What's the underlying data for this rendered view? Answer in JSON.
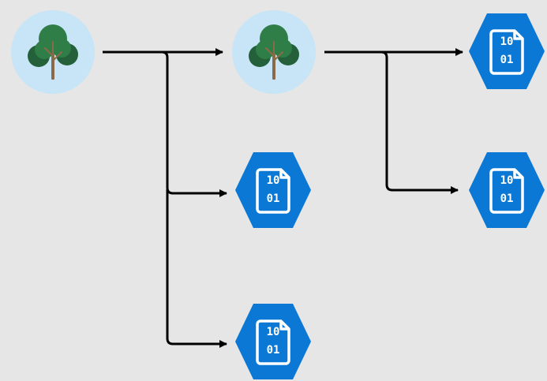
{
  "diagram": {
    "title": "",
    "colors": {
      "background": "#e6e6e6",
      "connector": "#000000",
      "tree_circle": "#c7e5f6",
      "tree_foliage_dark": "#24603a",
      "tree_foliage_mid": "#2f7d47",
      "tree_trunk": "#8b6a4a",
      "blob_fill": "#0a78d4",
      "blob_icon": "#ffffff"
    },
    "nodes": [
      {
        "id": "tree-root",
        "kind": "tree",
        "icon": "tree-icon"
      },
      {
        "id": "tree-child",
        "kind": "tree",
        "icon": "tree-icon"
      },
      {
        "id": "blob-a",
        "kind": "blob",
        "icon": "binary-file-icon",
        "line1": "10",
        "line2": "01"
      },
      {
        "id": "blob-b",
        "kind": "blob",
        "icon": "binary-file-icon",
        "line1": "10",
        "line2": "01"
      },
      {
        "id": "blob-c",
        "kind": "blob",
        "icon": "binary-file-icon",
        "line1": "10",
        "line2": "01"
      },
      {
        "id": "blob-d",
        "kind": "blob",
        "icon": "binary-file-icon",
        "line1": "10",
        "line2": "01"
      }
    ],
    "edges": [
      {
        "from": "tree-root",
        "to": "tree-child"
      },
      {
        "from": "tree-root",
        "to": "blob-a"
      },
      {
        "from": "tree-root",
        "to": "blob-b"
      },
      {
        "from": "tree-child",
        "to": "blob-c"
      },
      {
        "from": "tree-child",
        "to": "blob-d"
      }
    ]
  }
}
